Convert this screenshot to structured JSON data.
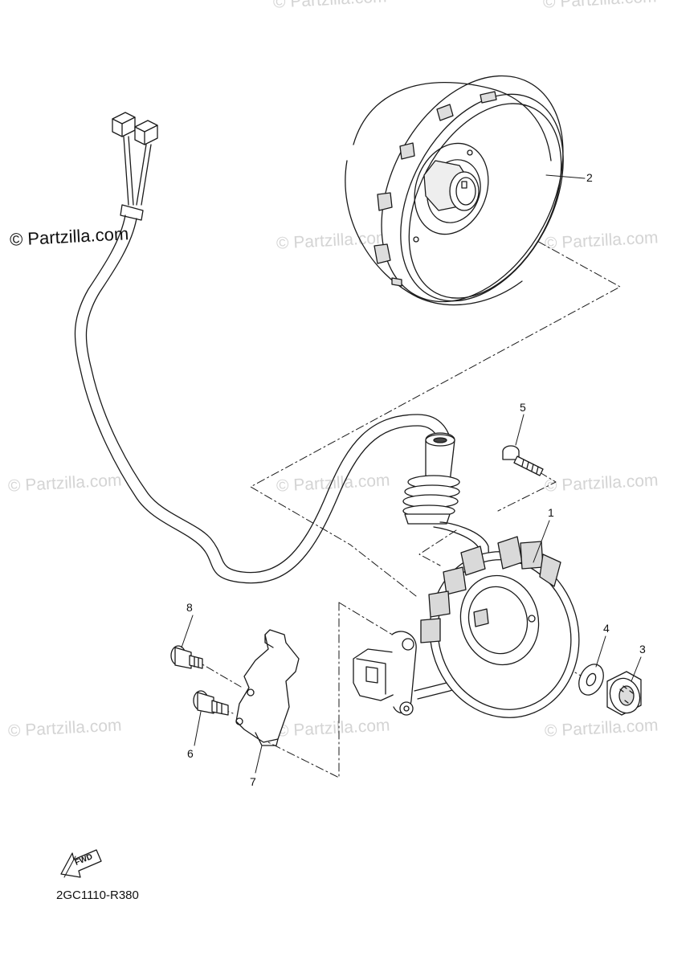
{
  "watermark": {
    "main_text": "© Partzilla.com",
    "faded_text": "© Partzilla.com"
  },
  "diagram": {
    "code": "2GC1110-R380",
    "fwd_label": "FWD"
  },
  "callouts": [
    {
      "id": "c1",
      "label": "1"
    },
    {
      "id": "c2",
      "label": "2"
    },
    {
      "id": "c3",
      "label": "3"
    },
    {
      "id": "c4",
      "label": "4"
    },
    {
      "id": "c5",
      "label": "5"
    },
    {
      "id": "c6",
      "label": "6"
    },
    {
      "id": "c7",
      "label": "7"
    },
    {
      "id": "c8",
      "label": "8"
    }
  ],
  "colors": {
    "line": "#1a1a1a",
    "fill": "#ffffff",
    "shade": "#d9d9d9",
    "watermark": "#d4d4d4"
  }
}
